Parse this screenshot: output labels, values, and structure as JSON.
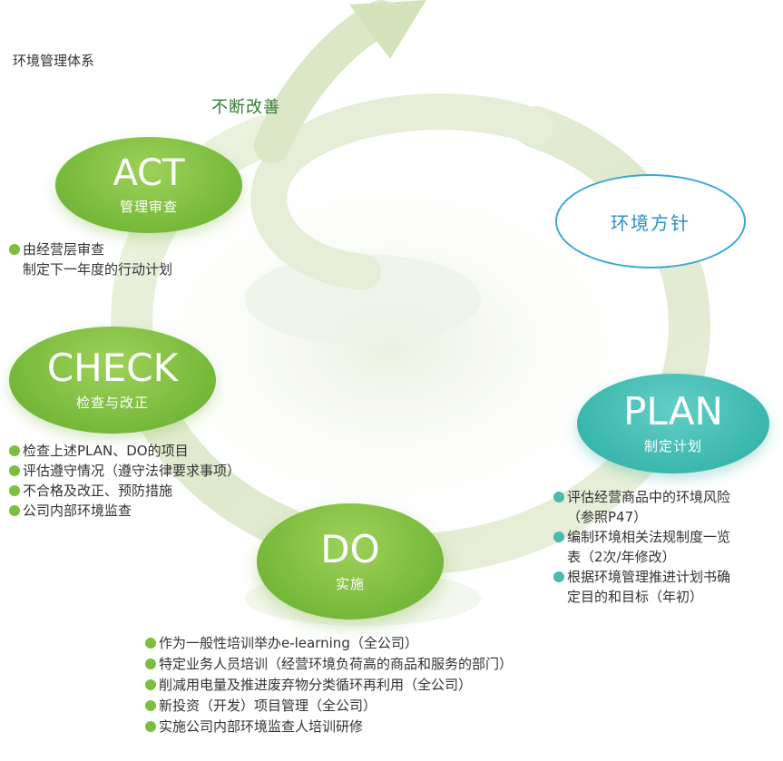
{
  "title": "环境管理体系",
  "cycle_label": "不断改善",
  "policy": "环境方针",
  "stages": {
    "act": {
      "code": "ACT",
      "name": "管理审查"
    },
    "check": {
      "code": "CHECK",
      "name": "检查与改正"
    },
    "do": {
      "code": "DO",
      "name": "实施"
    },
    "plan": {
      "code": "PLAN",
      "name": "制定计划"
    }
  },
  "act_items": [
    [
      "由经营层审查",
      "制定下一年度的行动计划"
    ]
  ],
  "check_items": [
    "检查上述PLAN、DO的项目",
    "评估遵守情况（遵守法律要求事项）",
    "不合格及改正、预防措施",
    "公司内部环境监查"
  ],
  "plan_items": [
    [
      "评估经营商品中的环境风险",
      "（参照P47）"
    ],
    [
      "编制环境相关法规制度一览",
      "表（2次/年修改）"
    ],
    [
      "根据环境管理推进计划书确",
      "定目的和目标（年初）"
    ]
  ],
  "do_items": [
    "作为一般性培训举办e-learning（全公司）",
    "特定业务人员培训（经营环境负荷高的商品和服务的部门）",
    "削减用电量及推进废弃物分类循环再利用（全公司）",
    "新投资（开发）项目管理（全公司）",
    "实施公司内部环境监查人培训研修"
  ],
  "colors": {
    "green": "#7cbf3c",
    "teal": "#3bb7ad",
    "blue_outline": "#3aa7d8",
    "arrow": "#d9e6c4"
  }
}
